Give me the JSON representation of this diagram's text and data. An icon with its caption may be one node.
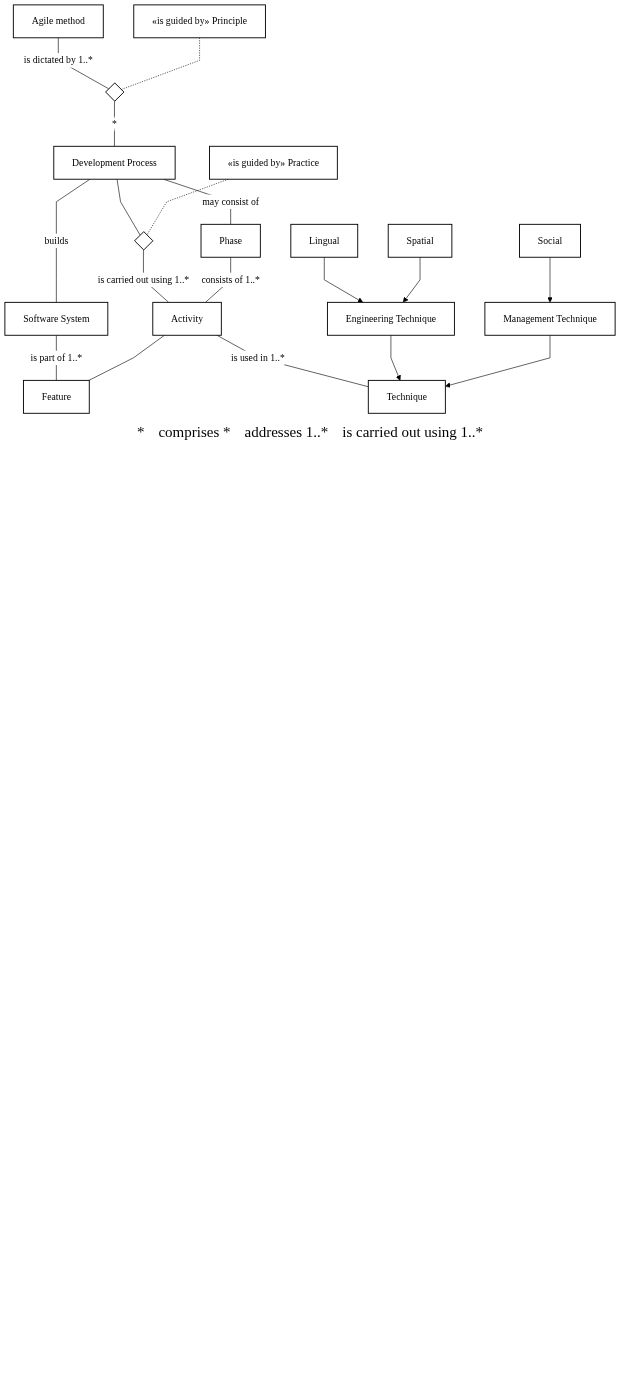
{
  "diagram": {
    "nodes": [
      {
        "text": [
          "Agile method"
        ]
      },
      {
        "text": [
          "«is guided by» Principle"
        ]
      },
      {
        "text": [],
        "shape": "diamond"
      },
      {
        "text": [
          "Development Process"
        ]
      },
      {
        "text": [
          "«is guided by» Practice"
        ]
      },
      {
        "text": [],
        "shape": "diamond"
      },
      {
        "text": [
          "Software System"
        ]
      },
      {
        "text": [
          "Phase"
        ]
      },
      {
        "text": [
          "Activity"
        ]
      },
      {
        "text": [
          "Feature"
        ]
      },
      {
        "text": [
          "Technique"
        ]
      },
      {
        "text": [
          "Engineering Technique"
        ]
      },
      {
        "text": [
          "Management Technique"
        ]
      },
      {
        "text": [
          "Lingual"
        ]
      },
      {
        "text": [
          "Spatial"
        ]
      },
      {
        "text": [
          "Social"
        ]
      }
    ],
    "edges": [
      {
        "from": 0,
        "to": 2,
        "arrow": "none",
        "label": "is dictated by 1..*"
      },
      {
        "from": 1,
        "to": 2,
        "arrow": "none",
        "style": "dashed"
      },
      {
        "from": 2,
        "to": 3,
        "arrow": "none",
        "label": "*"
      },
      {
        "from": 3,
        "to": 5,
        "arrow": "none"
      },
      {
        "from": 4,
        "to": 5,
        "arrow": "none",
        "style": "dashed"
      },
      {
        "from": 3,
        "to": 6,
        "arrow": "none",
        "label": "builds"
      },
      {
        "from": 3,
        "to": 7,
        "arrow": "none",
        "label": "may consist of"
      },
      {
        "from": 6,
        "to": 9,
        "arrow": "none",
        "label": "is part of 1..*"
      },
      {
        "from": 5,
        "to": 8,
        "arrow": "none",
        "label": "is carried out using 1..*"
      },
      {
        "from": 7,
        "to": 8,
        "arrow": "none",
        "label": "consists of 1..*"
      },
      {
        "from": 8,
        "to": 9,
        "arrow": "none"
      },
      {
        "from": 8,
        "to": 10,
        "arrow": "none",
        "label": "is used in 1..*"
      },
      {
        "from": 11,
        "to": 10,
        "arrow": "to"
      },
      {
        "from": 12,
        "to": 10,
        "arrow": "to"
      },
      {
        "from": 13,
        "to": 11,
        "arrow": "to"
      },
      {
        "from": 14,
        "to": 11,
        "arrow": "to"
      },
      {
        "from": 15,
        "to": 12,
        "arrow": "to"
      }
    ],
    "labels": [
      "*",
      "comprises *",
      "addresses 1..*",
      "is carried out using 1..*"
    ]
  }
}
